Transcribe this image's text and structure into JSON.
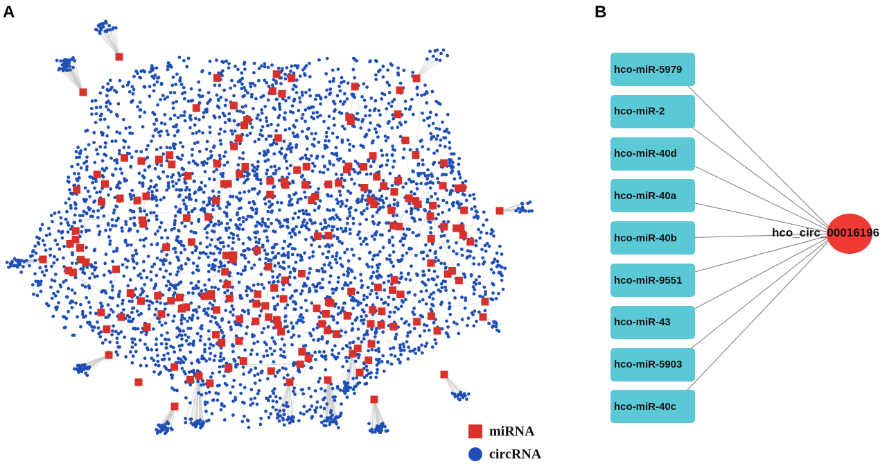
{
  "panels": {
    "a_label": "A",
    "b_label": "B"
  },
  "legend": {
    "mirna_label": "miRNA",
    "circrna_label": "circRNA"
  },
  "colors": {
    "mirna": "#d8312c",
    "circrna": "#1f4fb5",
    "edge": "#c9c9c9",
    "mirna_box": "#5bc8d6",
    "circ_node": "#ef3a33"
  },
  "network_b": {
    "center_node": "hco_circ_00016196",
    "mirnas": [
      "hco-miR-5979",
      "hco-miR-2",
      "hco-miR-40d",
      "hco-miR-40a",
      "hco-miR-40b",
      "hco-miR-9551",
      "hco-miR-43",
      "hco-miR-5903",
      "hco-miR-40c"
    ]
  }
}
